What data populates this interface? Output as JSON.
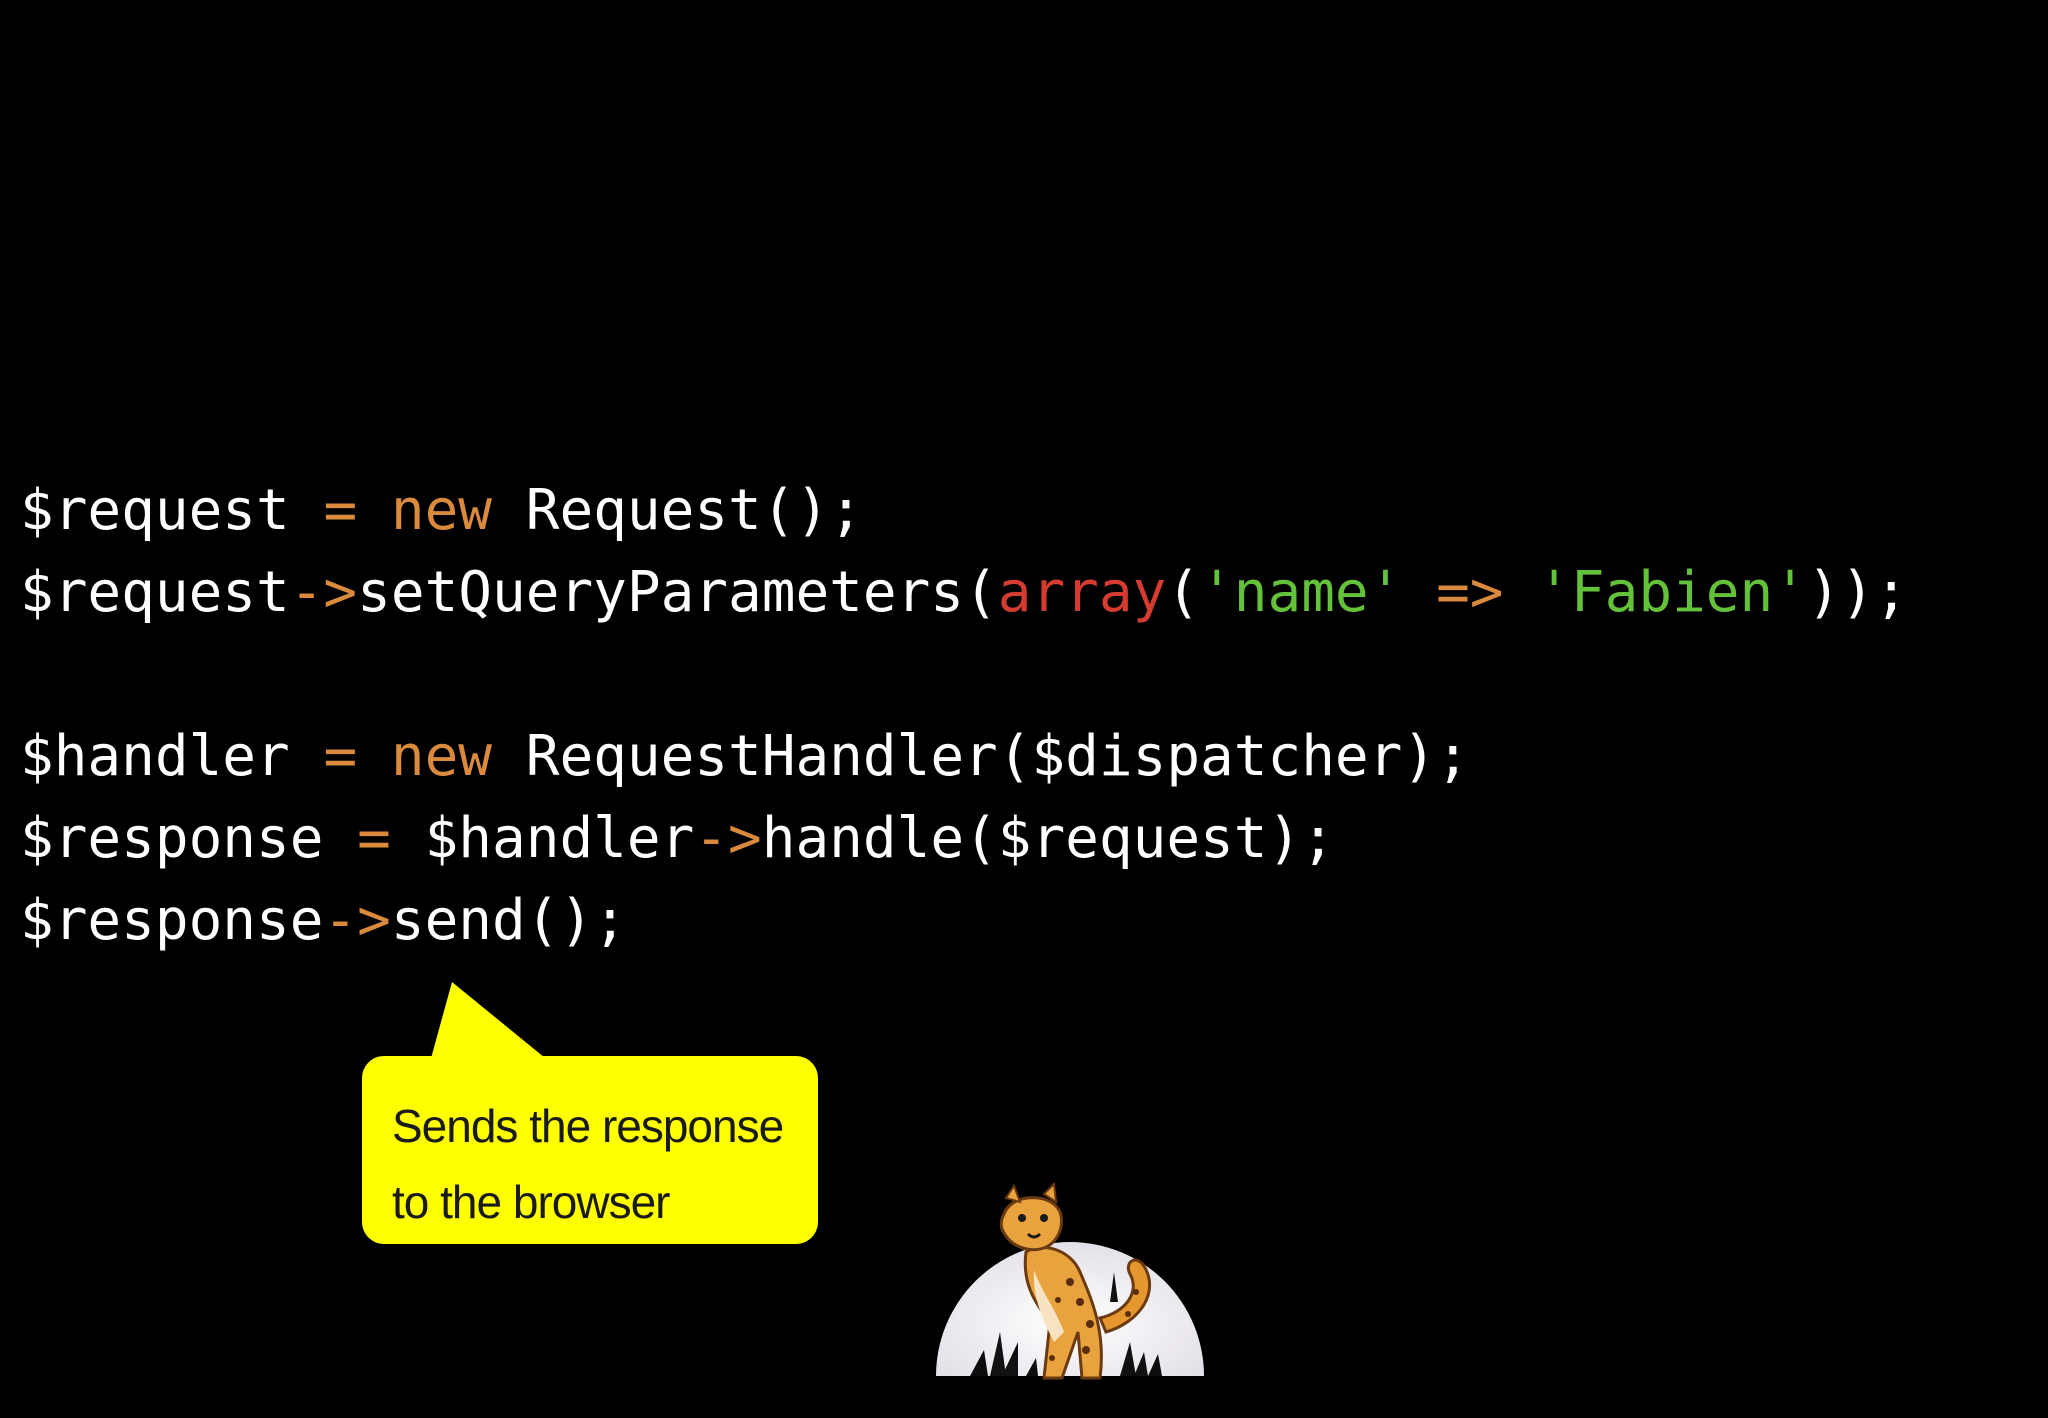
{
  "colors": {
    "background": "#000000",
    "default": "#ffffff",
    "keyword": "#d98a3d",
    "operator": "#d98a3d",
    "builtin": "#d43c32",
    "string": "#64c23a",
    "callout_bg": "#ffff00",
    "callout_text": "#1a1a1a"
  },
  "code": {
    "lines": [
      [
        {
          "text": "$request ",
          "kind": "default"
        },
        {
          "text": "=",
          "kind": "operator"
        },
        {
          "text": " ",
          "kind": "default"
        },
        {
          "text": "new",
          "kind": "keyword"
        },
        {
          "text": " Request();",
          "kind": "default"
        }
      ],
      [
        {
          "text": "$request",
          "kind": "default"
        },
        {
          "text": "->",
          "kind": "operator"
        },
        {
          "text": "setQueryParameters(",
          "kind": "default"
        },
        {
          "text": "array",
          "kind": "builtin"
        },
        {
          "text": "(",
          "kind": "default"
        },
        {
          "text": "'name'",
          "kind": "string"
        },
        {
          "text": " ",
          "kind": "default"
        },
        {
          "text": "=>",
          "kind": "operator"
        },
        {
          "text": " ",
          "kind": "default"
        },
        {
          "text": "'Fabien'",
          "kind": "string"
        },
        {
          "text": "));",
          "kind": "default"
        }
      ],
      [],
      [
        {
          "text": "$handler ",
          "kind": "default"
        },
        {
          "text": "=",
          "kind": "operator"
        },
        {
          "text": " ",
          "kind": "default"
        },
        {
          "text": "new",
          "kind": "keyword"
        },
        {
          "text": " RequestHandler($dispatcher);",
          "kind": "default"
        }
      ],
      [
        {
          "text": "$response ",
          "kind": "default"
        },
        {
          "text": "=",
          "kind": "operator"
        },
        {
          "text": " $handler",
          "kind": "default"
        },
        {
          "text": "->",
          "kind": "operator"
        },
        {
          "text": "handle($request);",
          "kind": "default"
        }
      ],
      [
        {
          "text": "$response",
          "kind": "default"
        },
        {
          "text": "->",
          "kind": "operator"
        },
        {
          "text": "send();",
          "kind": "default"
        }
      ]
    ]
  },
  "callout": {
    "line1": "Sends the response",
    "line2": "to the browser"
  },
  "mascot": {
    "icon": "cheetah-mascot-icon"
  }
}
